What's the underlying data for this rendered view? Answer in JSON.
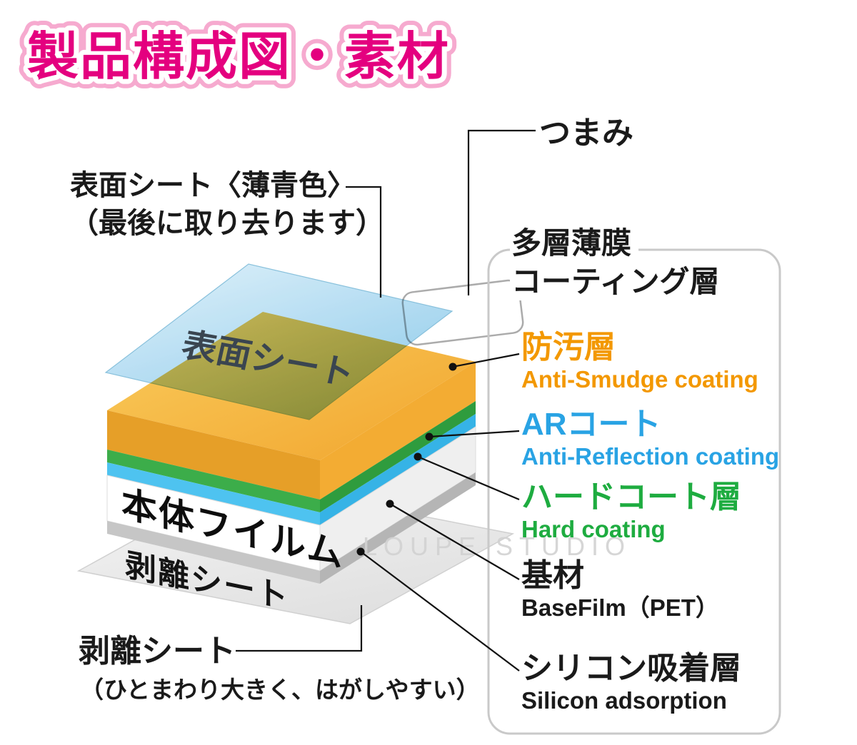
{
  "title": "製品構成図・素材",
  "watermark": "LOUPE STUDIO",
  "colors": {
    "title": "#E4007F",
    "title_outline": "#F6AACF",
    "anti_smudge": "#F39800",
    "ar_coat": "#29A3E4",
    "hard_coat": "#1EAC40",
    "ink": "#1A1A1A",
    "surface_sheet_blue": "#A9D8F0",
    "anti_smudge_layer_yellow": "#F3AC33",
    "hard_strip_green": "#3CAD4A",
    "base_film_white": "#FFFFFF",
    "silicon_layer_gray": "#C6C6C6",
    "release_sheet_gray": "#EDEDED"
  },
  "labels": {
    "tab": "つまみ",
    "surface_sheet_line1": "表面シート〈薄青色〉",
    "surface_sheet_line2": "（最後に取り去ります）",
    "coating_group_line1": "多層薄膜",
    "coating_group_line2": "コーティング層",
    "release_line1": "剥離シート",
    "release_line2": "（ひとまわり大きく、はがしやすい）"
  },
  "layer_texts": {
    "surface_sheet": "表面シート",
    "body_film": "本体フイルム",
    "release_sheet": "剥離シート"
  },
  "layers": [
    {
      "jp": "防汚層",
      "en": "Anti-Smudge coating",
      "color": "#F39800"
    },
    {
      "jp": "ARコート",
      "en": "Anti-Reflection coating",
      "color": "#29A3E4"
    },
    {
      "jp": "ハードコート層",
      "en": "Hard coating",
      "color": "#1EAC40"
    },
    {
      "jp": "基材",
      "en": "BaseFilm（PET）",
      "color": "#1A1A1A"
    },
    {
      "jp": "シリコン吸着層",
      "en": "Silicon adsorption",
      "color": "#1A1A1A"
    }
  ]
}
